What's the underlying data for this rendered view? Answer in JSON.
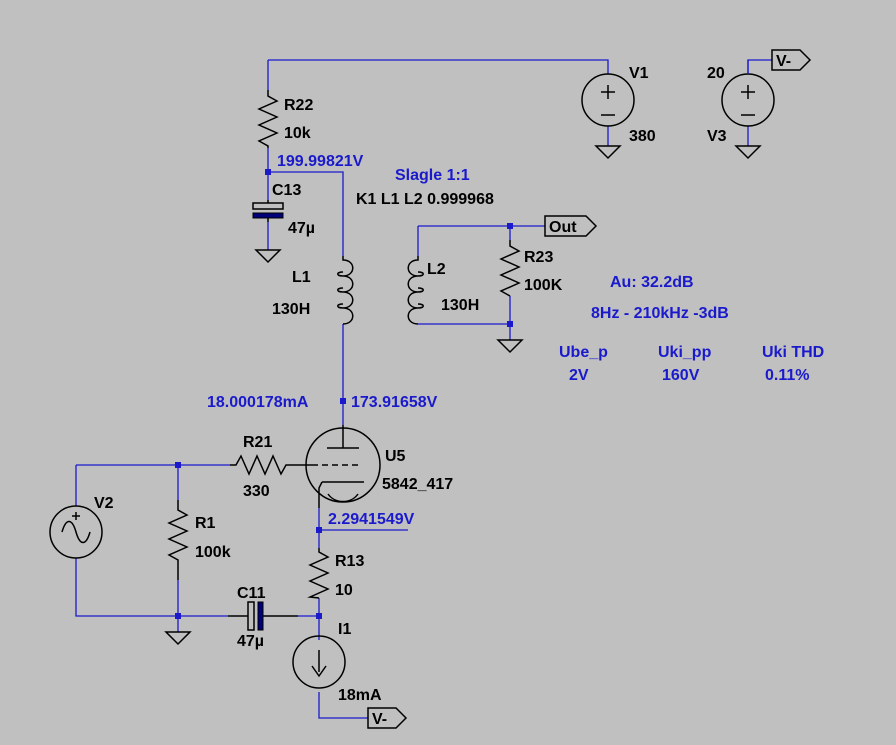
{
  "components": {
    "r22": {
      "name": "R22",
      "value": "10k"
    },
    "c13": {
      "name": "C13",
      "value": "47µ"
    },
    "l1": {
      "name": "L1",
      "value": "130H"
    },
    "l2": {
      "name": "L2",
      "value": "130H"
    },
    "r23": {
      "name": "R23",
      "value": "100K"
    },
    "v1": {
      "name": "V1",
      "value": "380"
    },
    "v3": {
      "name": "V3",
      "value": "20"
    },
    "v2": {
      "name": "V2"
    },
    "r21": {
      "name": "R21",
      "value": "330"
    },
    "r1": {
      "name": "R1",
      "value": "100k"
    },
    "u5": {
      "name": "U5",
      "value": "5842_417"
    },
    "r13": {
      "name": "R13",
      "value": "10"
    },
    "c11": {
      "name": "C11",
      "value": "47µ"
    },
    "i1": {
      "name": "I1",
      "value": "18mA"
    }
  },
  "nets": {
    "out": "Out",
    "vminus": "V-"
  },
  "directives": {
    "coupling": "K1 L1 L2 0.999968",
    "note": "Slagle 1:1"
  },
  "probes": {
    "v_top": "199.99821V",
    "i_plate": "18.000178mA",
    "v_plate": "173.91658V",
    "v_cathode": "2.2941549V"
  },
  "results": {
    "gain": "Au: 32.2dB",
    "bandwidth": "8Hz - 210kHz -3dB",
    "ube_label": "Ube_p",
    "ube_value": "2V",
    "uki_label": "Uki_pp",
    "uki_value": "160V",
    "thd_label": "Uki THD",
    "thd_value": "0.11%"
  },
  "colors": {
    "background": "#c0c0c0",
    "wire": "#1a1acc",
    "component": "#000000",
    "text_blue": "#1a1acc"
  }
}
